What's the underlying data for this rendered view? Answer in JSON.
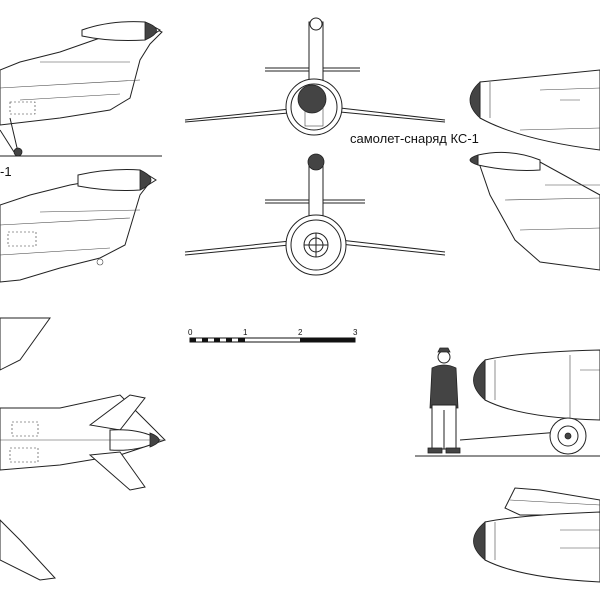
{
  "caption": "самолет-снаряд КС-1",
  "left_fragment": "-1",
  "scale": {
    "ticks": [
      "0",
      "1",
      "2",
      "3"
    ]
  },
  "colors": {
    "line": "#222222",
    "background": "#ffffff",
    "dark_fill": "#444444"
  }
}
